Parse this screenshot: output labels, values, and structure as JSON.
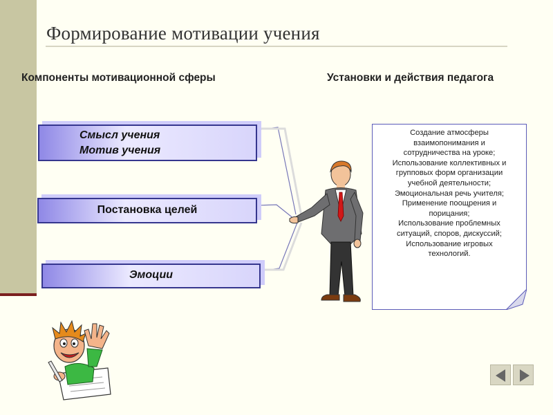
{
  "title": "Формирование мотивации учения",
  "column_headers": {
    "left": "Компоненты мотивационной сферы",
    "right": "Установки и действия педагога"
  },
  "components": {
    "box1_line1": "Смысл учения",
    "box1_line2": "Мотив учения",
    "box2": "Постановка целей",
    "box3": "Эмоции"
  },
  "teacher_actions": "Создание атмосферы\nвзаимопонимания и\nсотрудничества на уроке;\nИспользование коллективных и\nгрупповых форм организации\nучебной деятельности;\nЭмоциональная речь учителя;\nПрименение поощрения и\nпорицания;\nИспользование проблемных\nситуаций, споров, дискуссий;\nИспользование игровых\nтехнологий.",
  "navigation": {
    "prev_icon": "triangle-left-icon",
    "next_icon": "triangle-right-icon"
  },
  "colors": {
    "box_border": "#35368e",
    "box_gradient_start": "#8f88e6",
    "accent_band": "#c8c6a2",
    "band_line": "#7b1f1f",
    "tie": "#d11818"
  }
}
